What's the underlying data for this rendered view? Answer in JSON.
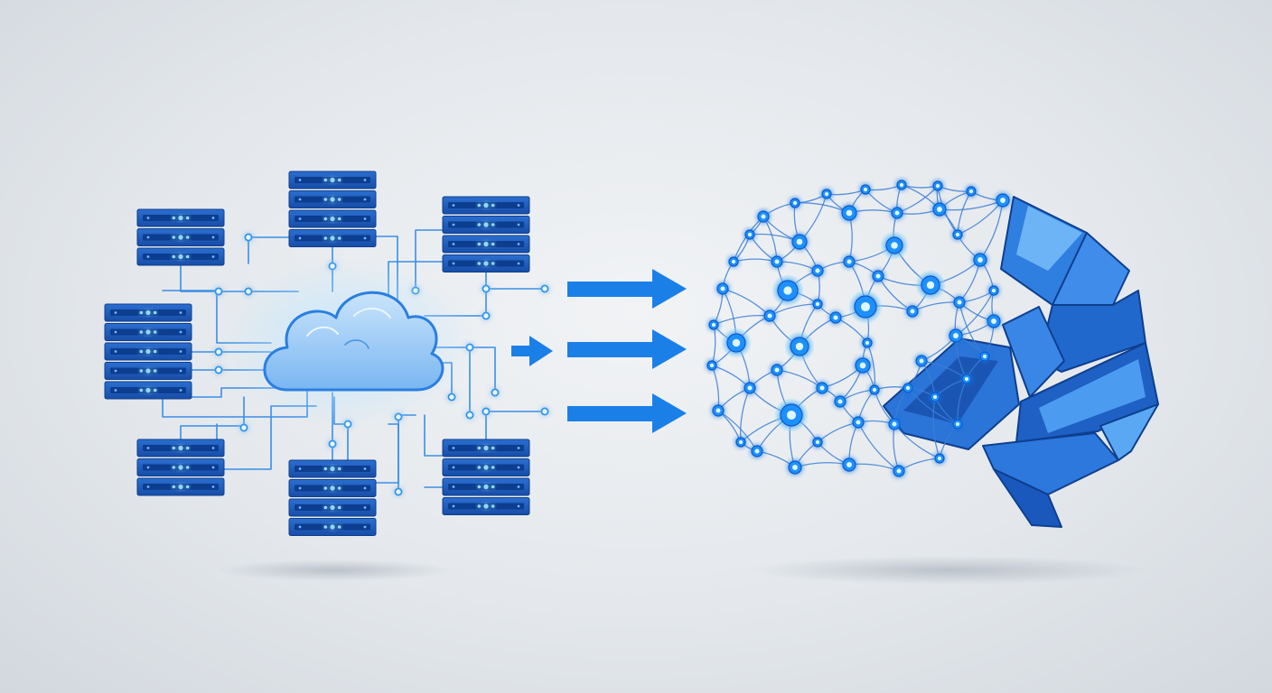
{
  "illustration": {
    "left_group": "server-cloud-network",
    "right_group": "neural-network-brain",
    "server_racks": [
      {
        "id": "top-left",
        "units": 3
      },
      {
        "id": "top-center",
        "units": 4
      },
      {
        "id": "top-right",
        "units": 4
      },
      {
        "id": "middle-left",
        "units": 5
      },
      {
        "id": "bottom-left",
        "units": 3
      },
      {
        "id": "bottom-center",
        "units": 4
      },
      {
        "id": "bottom-right",
        "units": 4
      }
    ],
    "arrows": [
      "arrow-top",
      "arrow-middle",
      "arrow-bottom",
      "arrow-small"
    ],
    "icons": [
      "server-rack-icon",
      "cloud-icon",
      "arrow-right-icon",
      "brain-icon"
    ]
  },
  "colors": {
    "background": "#e4e8ec",
    "server_body": "#1f5fbf",
    "server_slot": "#0d3d8f",
    "server_led": "#8fd8ff",
    "wire": "#3a8ee6",
    "wire_node": "#5bc8ff",
    "cloud_fill": "#8fc6f7",
    "cloud_stroke": "#2a7fe0",
    "arrow": "#1b7fe8",
    "brain_node": "#1e90ff",
    "brain_glow": "#9fe4ff",
    "brain_link": "#3d7fd6",
    "facet_light": "#4a9cf0",
    "facet_dark": "#1756b8"
  }
}
